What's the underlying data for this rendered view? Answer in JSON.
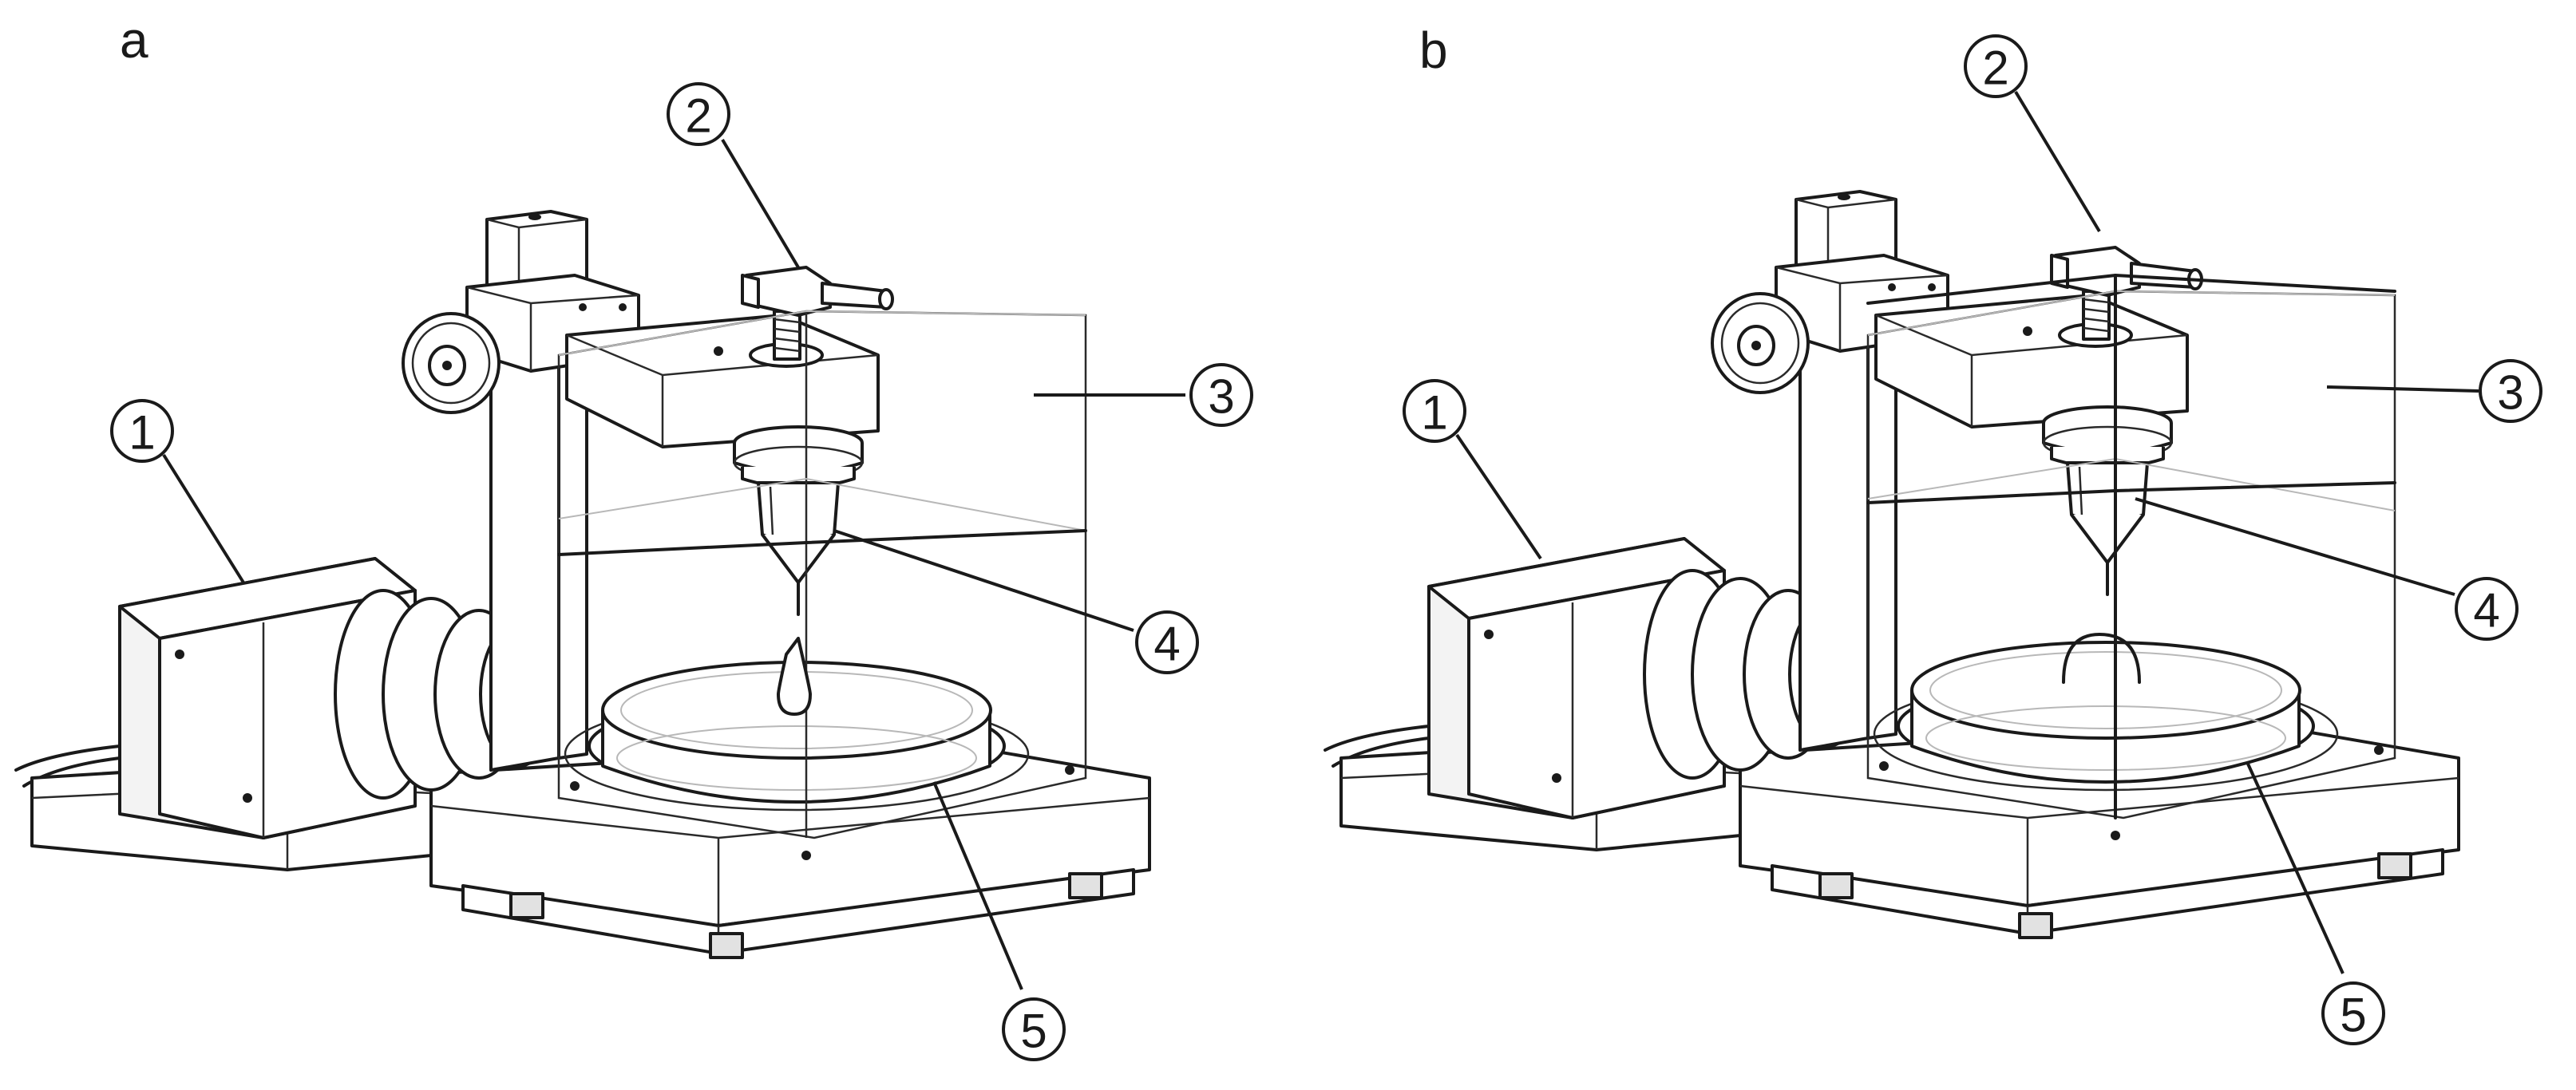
{
  "panels": [
    {
      "letter": "a",
      "callouts": [
        {
          "label": "1"
        },
        {
          "label": "2"
        },
        {
          "label": "3"
        },
        {
          "label": "4"
        },
        {
          "label": "5"
        }
      ]
    },
    {
      "letter": "b",
      "callouts": [
        {
          "label": "1"
        },
        {
          "label": "2"
        },
        {
          "label": "3"
        },
        {
          "label": "4"
        },
        {
          "label": "5"
        }
      ]
    }
  ]
}
